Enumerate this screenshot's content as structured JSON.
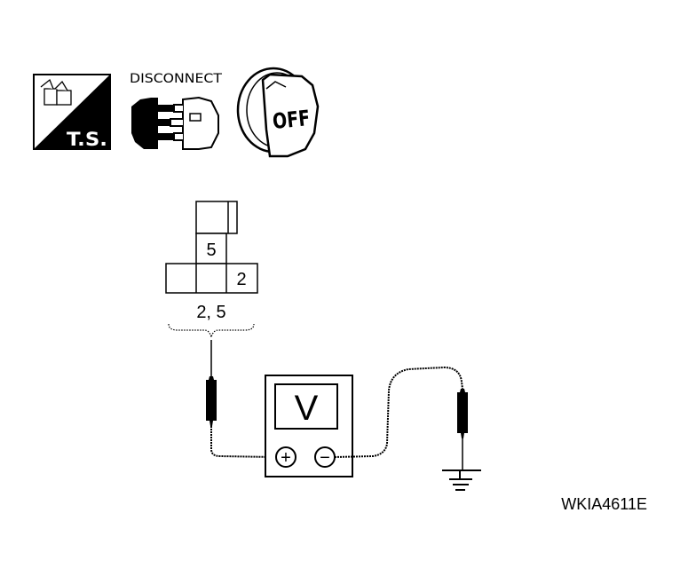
{
  "icons": {
    "test_symbol": {
      "icon": "test-symbol-icon",
      "label": "T.S."
    },
    "disconnect": {
      "icon": "disconnect-connector-icon",
      "label": "DISCONNECT"
    },
    "ignition": {
      "icon": "ignition-key-off-icon",
      "label": "OFF"
    }
  },
  "connector": {
    "icon": "harness-connector-face-icon",
    "terminals": [
      {
        "label": "5"
      },
      {
        "label": "2"
      }
    ],
    "probe_label": "2, 5"
  },
  "meter": {
    "icon": "voltmeter-icon",
    "display": "V",
    "positive_terminal": "+",
    "negative_terminal": "−"
  },
  "ground": {
    "icon": "ground-symbol-icon"
  },
  "figure_code": "WKIA4611E"
}
